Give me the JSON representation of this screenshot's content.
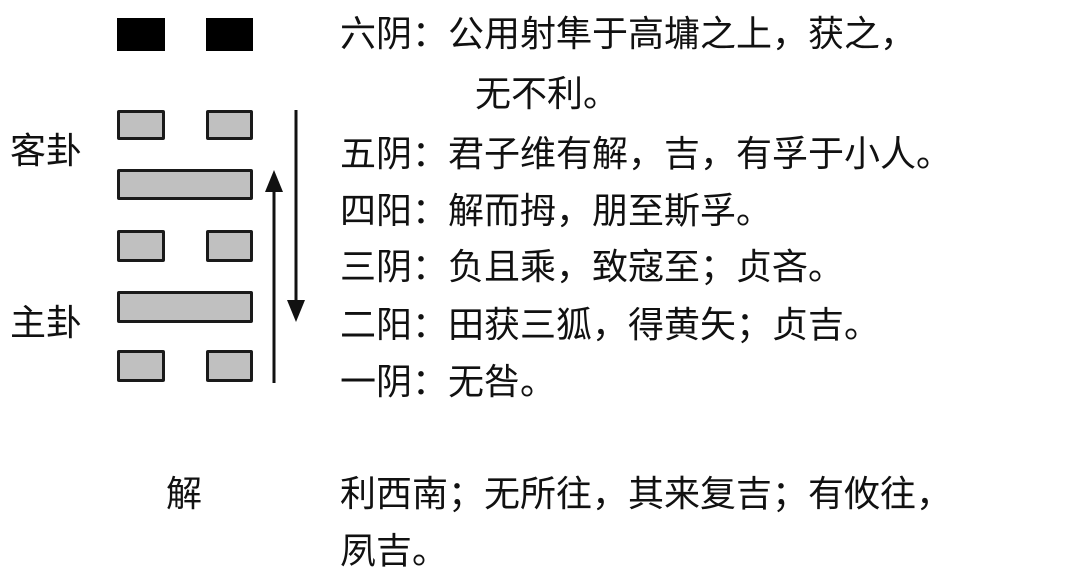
{
  "hexagram": {
    "name": "解",
    "labels": {
      "upper": "客卦",
      "lower": "主卦"
    },
    "lines": [
      {
        "position": 6,
        "type": "yin",
        "highlight": true
      },
      {
        "position": 5,
        "type": "yin"
      },
      {
        "position": 4,
        "type": "yang"
      },
      {
        "position": 3,
        "type": "yin"
      },
      {
        "position": 2,
        "type": "yang"
      },
      {
        "position": 1,
        "type": "yin"
      }
    ],
    "colors": {
      "top_line": "#000000",
      "line_fill": "#c0c0c0",
      "line_border": "#1a1a1a"
    }
  },
  "line_texts": [
    {
      "label": "六阴：",
      "text": "公用射隼于高墉之上，获之，",
      "continuation": "无不利。"
    },
    {
      "label": "五阴：",
      "text": "君子维有解，吉，有孚于小人。"
    },
    {
      "label": "四阳：",
      "text": "解而拇，朋至斯孚。"
    },
    {
      "label": "三阴：",
      "text": "负且乘，致寇至；贞吝。"
    },
    {
      "label": "二阳：",
      "text": "田获三狐，得黄矢；贞吉。"
    },
    {
      "label": "一阴：",
      "text": "无咎。"
    }
  ],
  "judgement": {
    "line1": "利西南；无所往，其来复吉；有攸往，",
    "line2": "夙吉。"
  }
}
